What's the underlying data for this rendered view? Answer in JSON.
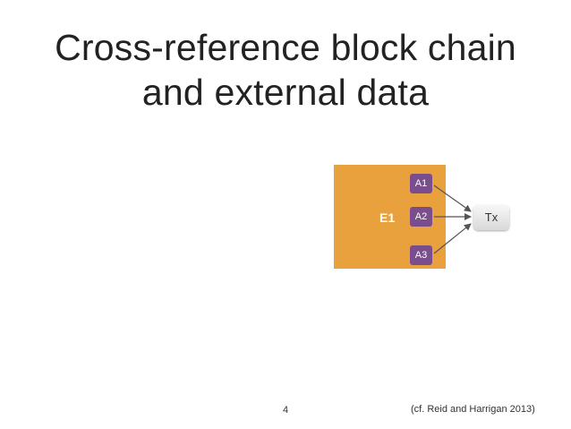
{
  "slide": {
    "title_line1": "Cross-reference block chain",
    "title_line2": "and external data",
    "page_number": "4",
    "citation": "(cf. Reid and Harrigan 2013)"
  },
  "diagram": {
    "entity_label": "E1",
    "addresses": [
      "A1",
      "A2",
      "A3"
    ],
    "transaction_label": "Tx",
    "colors": {
      "entity": "#e9a13e",
      "address": "#7a4e8c",
      "transaction": "#e6e6e6",
      "arrow": "#555555"
    }
  }
}
